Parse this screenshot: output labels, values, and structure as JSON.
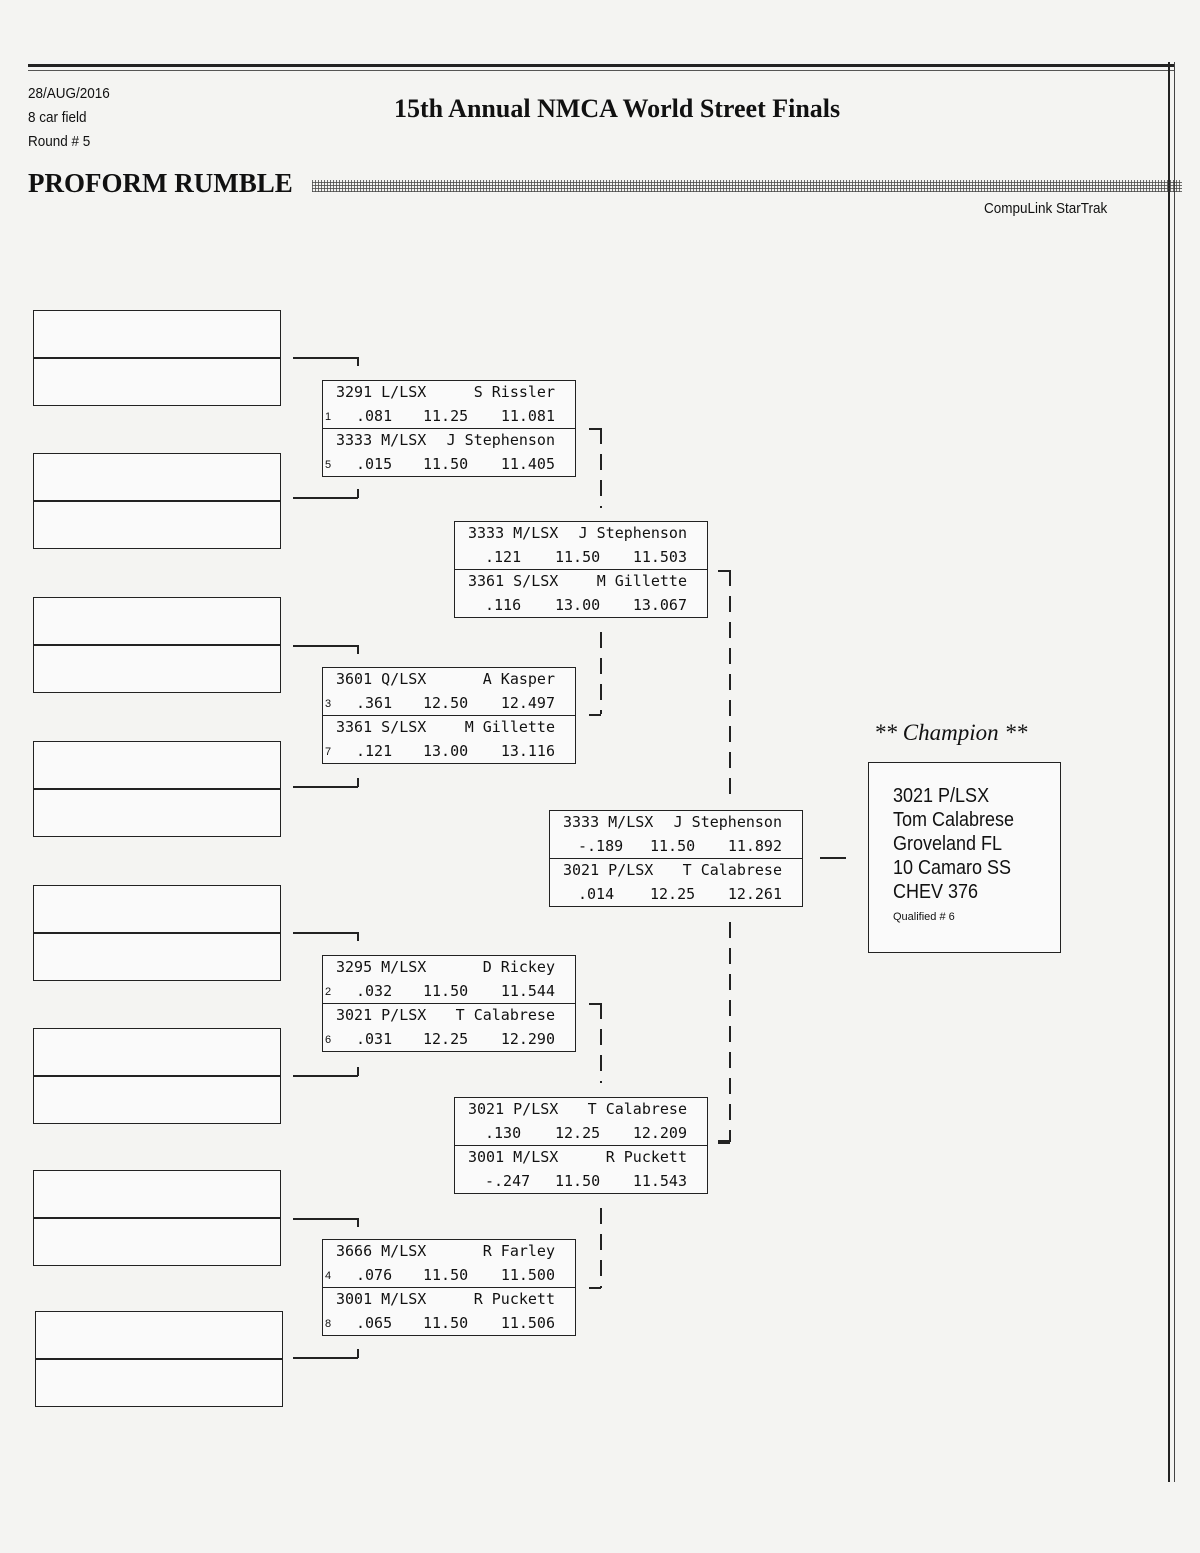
{
  "header": {
    "date": "28/AUG/2016",
    "field": "8 car field",
    "round": "Round # 5",
    "title": "15th Annual NMCA World Street Finals",
    "event": "PROFORM RUMBLE",
    "software": "CompuLink StarTrak"
  },
  "matches": [
    {
      "round": 1,
      "top": {
        "car": "3291 L/LSX",
        "driver": "S Rissler",
        "seed": "1",
        "rt": ".081",
        "dial": "11.25",
        "et": "11.081"
      },
      "bottom": {
        "car": "3333 M/LSX",
        "driver": "J Stephenson",
        "seed": "5",
        "rt": ".015",
        "dial": "11.50",
        "et": "11.405"
      }
    },
    {
      "round": 1,
      "top": {
        "car": "3601 Q/LSX",
        "driver": "A Kasper",
        "seed": "3",
        "rt": ".361",
        "dial": "12.50",
        "et": "12.497"
      },
      "bottom": {
        "car": "3361 S/LSX",
        "driver": "M Gillette",
        "seed": "7",
        "rt": ".121",
        "dial": "13.00",
        "et": "13.116"
      }
    },
    {
      "round": 1,
      "top": {
        "car": "3295 M/LSX",
        "driver": "D Rickey",
        "seed": "2",
        "rt": ".032",
        "dial": "11.50",
        "et": "11.544"
      },
      "bottom": {
        "car": "3021 P/LSX",
        "driver": "T Calabrese",
        "seed": "6",
        "rt": ".031",
        "dial": "12.25",
        "et": "12.290"
      }
    },
    {
      "round": 1,
      "top": {
        "car": "3666 M/LSX",
        "driver": "R Farley",
        "seed": "4",
        "rt": ".076",
        "dial": "11.50",
        "et": "11.500"
      },
      "bottom": {
        "car": "3001 M/LSX",
        "driver": "R Puckett",
        "seed": "8",
        "rt": ".065",
        "dial": "11.50",
        "et": "11.506"
      }
    },
    {
      "round": 2,
      "top": {
        "car": "3333 M/LSX",
        "driver": "J Stephenson",
        "seed": "",
        "rt": ".121",
        "dial": "11.50",
        "et": "11.503"
      },
      "bottom": {
        "car": "3361 S/LSX",
        "driver": "M Gillette",
        "seed": "",
        "rt": ".116",
        "dial": "13.00",
        "et": "13.067"
      }
    },
    {
      "round": 2,
      "top": {
        "car": "3021 P/LSX",
        "driver": "T Calabrese",
        "seed": "",
        "rt": ".130",
        "dial": "12.25",
        "et": "12.209"
      },
      "bottom": {
        "car": "3001 M/LSX",
        "driver": "R Puckett",
        "seed": "",
        "rt": "-.247",
        "dial": "11.50",
        "et": "11.543"
      }
    },
    {
      "round": 3,
      "top": {
        "car": "3333 M/LSX",
        "driver": "J Stephenson",
        "seed": "",
        "rt": "-.189",
        "dial": "11.50",
        "et": "11.892"
      },
      "bottom": {
        "car": "3021 P/LSX",
        "driver": "T Calabrese",
        "seed": "",
        "rt": ".014",
        "dial": "12.25",
        "et": "12.261"
      }
    }
  ],
  "champion": {
    "title": "** Champion **",
    "car": "3021  P/LSX",
    "driver": "Tom Calabrese",
    "hometown": "Groveland FL",
    "vehicle": "10 Camaro SS",
    "engine": "CHEV  376",
    "qualified": "Qualified # 6"
  }
}
